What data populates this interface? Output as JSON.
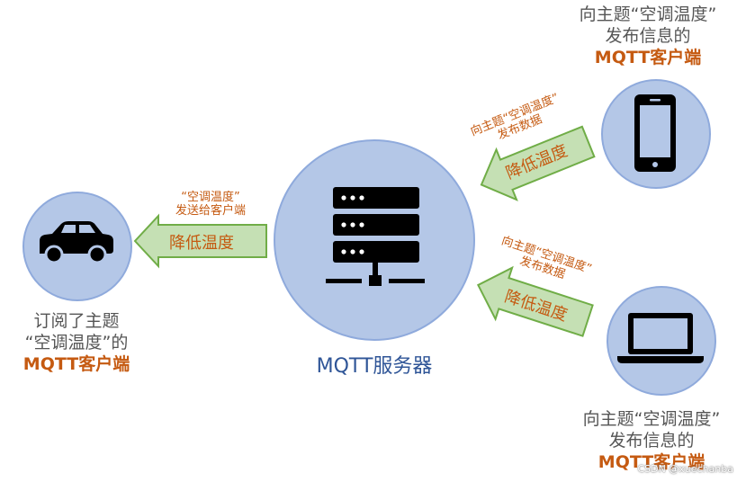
{
  "server": {
    "label": "MQTT服务器"
  },
  "subscriber": {
    "line1": "订阅了主题",
    "line2": "“空调温度”的",
    "brand": "MQTT客户端"
  },
  "publisher_top": {
    "line1": "向主题“空调温度”",
    "line2": "发布信息的",
    "brand": "MQTT客户端"
  },
  "publisher_bottom": {
    "line1": "向主题“空调温度”",
    "line2": "发布信息的",
    "brand": "MQTT客户端"
  },
  "arrow_to_subscriber": {
    "caption_line1": "“空调温度”",
    "caption_line2": "发送给客户端",
    "payload": "降低温度"
  },
  "arrow_from_phone": {
    "caption_line1": "向主题“空调温度”",
    "caption_line2": "发布数据",
    "payload": "降低温度"
  },
  "arrow_from_laptop": {
    "caption_line1": "向主题“空调温度”",
    "caption_line2": "发布数据",
    "payload": "降低温度"
  },
  "watermark": "CSDN @xuechanba",
  "colors": {
    "circle_fill": "#b4c7e7",
    "arrow_fill": "#c5e0b4",
    "arrow_stroke": "#70ad47",
    "accent_text": "#c55a11"
  }
}
